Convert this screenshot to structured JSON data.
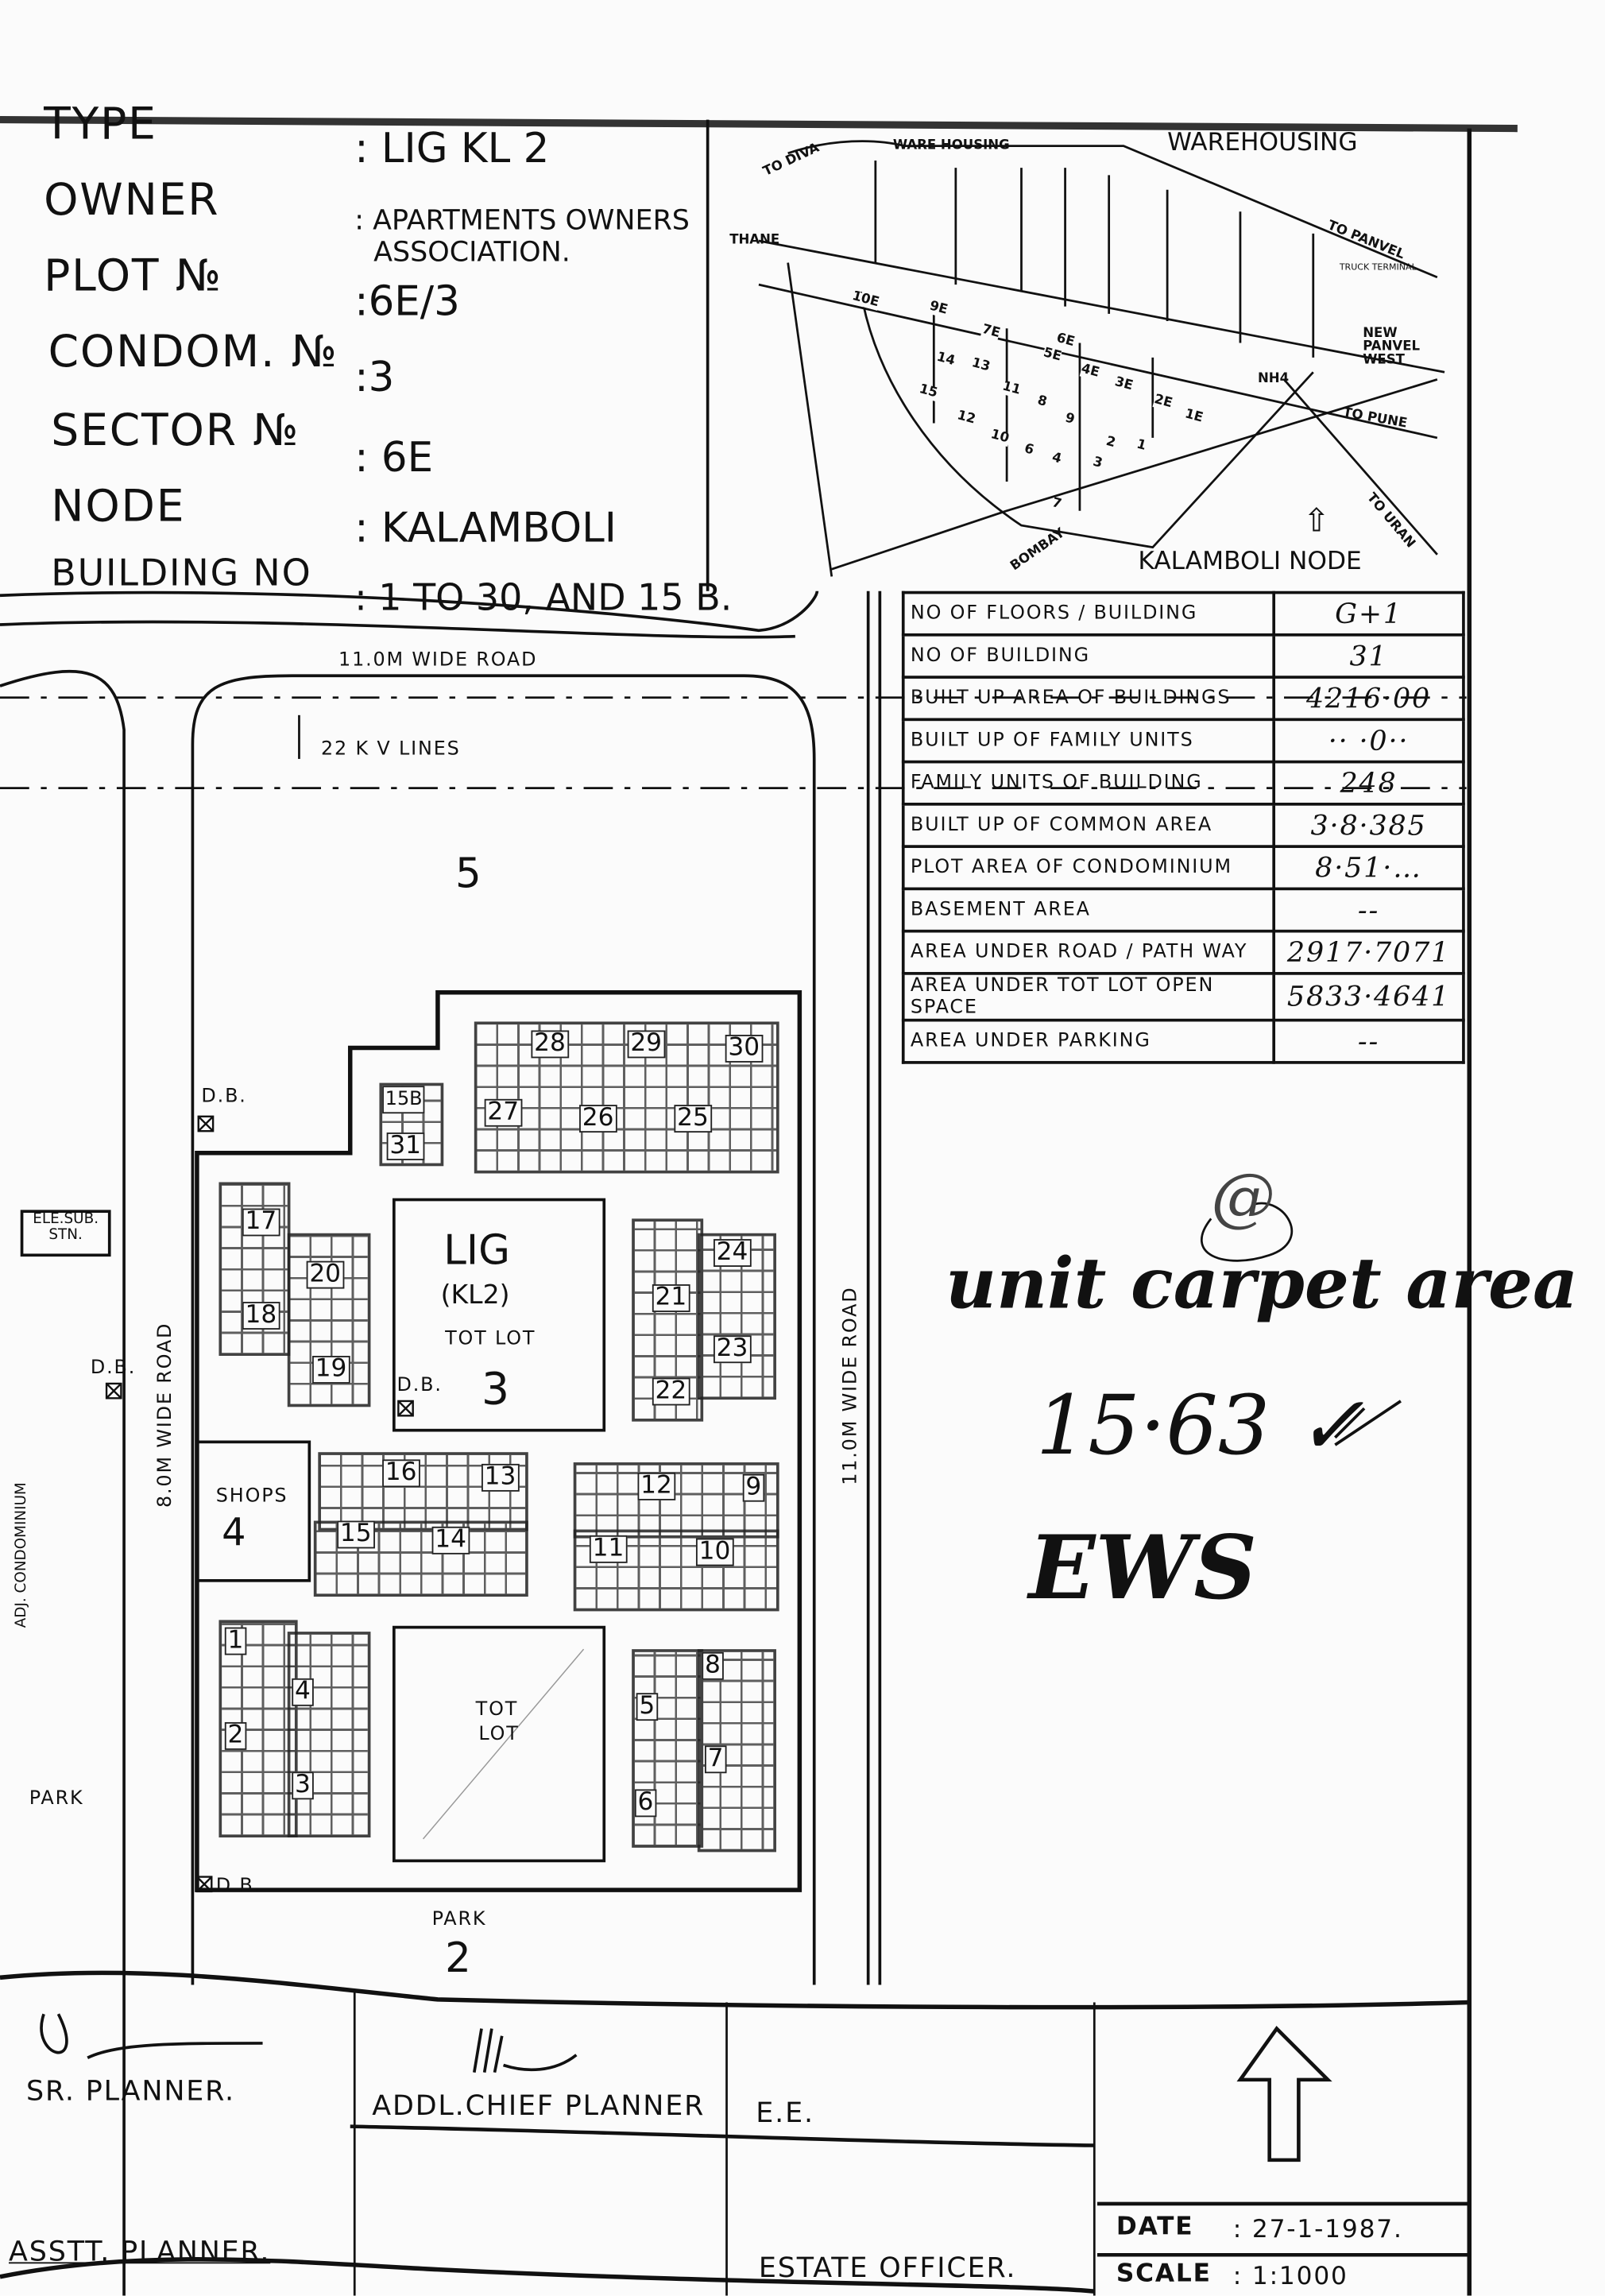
{
  "header": {
    "labels": [
      "TYPE",
      "OWNER",
      "PLOT №",
      "CONDOM. №",
      "SECTOR №",
      "NODE",
      "BUILDING NO"
    ],
    "values": {
      "type": ": LIG  KL 2",
      "owner_line1": ": APARTMENTS OWNERS",
      "owner_line2": "ASSOCIATION.",
      "plot": ":6E/3",
      "condom": ":3",
      "sector": ": 6E",
      "node": ": KALAMBOLI",
      "building": ": 1 TO 30, AND 15 B."
    }
  },
  "key_map": {
    "title": "KALAMBOLI NODE",
    "warehousing": "WAREHOUSING",
    "ware_housing": "WARE HOUSING",
    "to_diva": "TO DIVA",
    "thane": "THANE",
    "to_panvel": "TO PANVEL",
    "truck_terminal": "TRUCK TERMINAL",
    "new_panvel_west": "NEW PANVEL WEST",
    "to_pune": "TO PUNE",
    "to_uran": "TO URAN",
    "bombay": "BOMBAY",
    "nh4": "NH4",
    "sectors": [
      "10E",
      "9E",
      "7E",
      "6E",
      "5E",
      "4E",
      "3E",
      "2E",
      "1E",
      "14",
      "13",
      "11",
      "8",
      "9",
      "12",
      "10",
      "6",
      "4",
      "2",
      "3",
      "1",
      "7",
      "15"
    ]
  },
  "summary_table": [
    {
      "label": "NO OF FLOORS / BUILDING",
      "value": "G+1"
    },
    {
      "label": "NO OF BUILDING",
      "value": "31"
    },
    {
      "label": "BUILT UP AREA OF BUILDINGS",
      "value": "4216·00"
    },
    {
      "label": "BUILT UP OF FAMILY UNITS",
      "value": "·· ·0··"
    },
    {
      "label": "FAMILY UNITS OF BUILDING",
      "value": "248"
    },
    {
      "label": "BUILT UP OF COMMON AREA",
      "value": "3·8·385"
    },
    {
      "label": "PLOT AREA OF CONDOMINIUM",
      "value": "8·51·…"
    },
    {
      "label": "BASEMENT AREA",
      "value": "--"
    },
    {
      "label": "AREA UNDER ROAD / PATH WAY",
      "value": "2917·7071"
    },
    {
      "label": "AREA UNDER TOT LOT OPEN SPACE",
      "value": "5833·4641"
    },
    {
      "label": "AREA UNDER PARKING",
      "value": "--"
    }
  ],
  "site_plan": {
    "road_top": "11.0M WIDE ROAD",
    "kv_lines": "22 K V LINES",
    "plot_5": "5",
    "road_right": "11.0M WIDE ROAD",
    "road_left": "8.0M WIDE ROAD",
    "ele_sub": "ELE.SUB. STN.",
    "adj_condo": "ADJ. CONDOMINIUM",
    "park_left": "PARK",
    "park_bottom": "PARK",
    "plot_2": "2",
    "db": "D.B.",
    "shops": "SHOPS",
    "shops_no": "4",
    "tot_lot_main": {
      "l1": "LIG",
      "l2": "(KL2)",
      "l3": "TOT LOT",
      "no": "3"
    },
    "tot_lot_2": {
      "l1": "TOT",
      "l2": "LOT"
    },
    "buildings": [
      "28",
      "29",
      "30",
      "27",
      "26",
      "25",
      "15B",
      "31",
      "17",
      "20",
      "18",
      "19",
      "21",
      "24",
      "23",
      "22",
      "16",
      "13",
      "15",
      "14",
      "12",
      "9",
      "11",
      "10",
      "1",
      "4",
      "2",
      "3",
      "8",
      "5",
      "7",
      "6"
    ]
  },
  "annotations": {
    "line1": "unit carpet area",
    "line2": "15·63 ✓",
    "line3": "EWS",
    "mark": "@"
  },
  "title_block": {
    "sr_planner": "SR. PLANNER.",
    "addl_chief": "ADDL.CHIEF PLANNER",
    "ee": "E.E.",
    "asst_planner": "ASSTT. PLANNER.",
    "estate_officer": "ESTATE OFFICER.",
    "date_label": "DATE",
    "date": ": 27-1-1987.",
    "scale_label": "SCALE",
    "scale": ": 1:1000"
  }
}
